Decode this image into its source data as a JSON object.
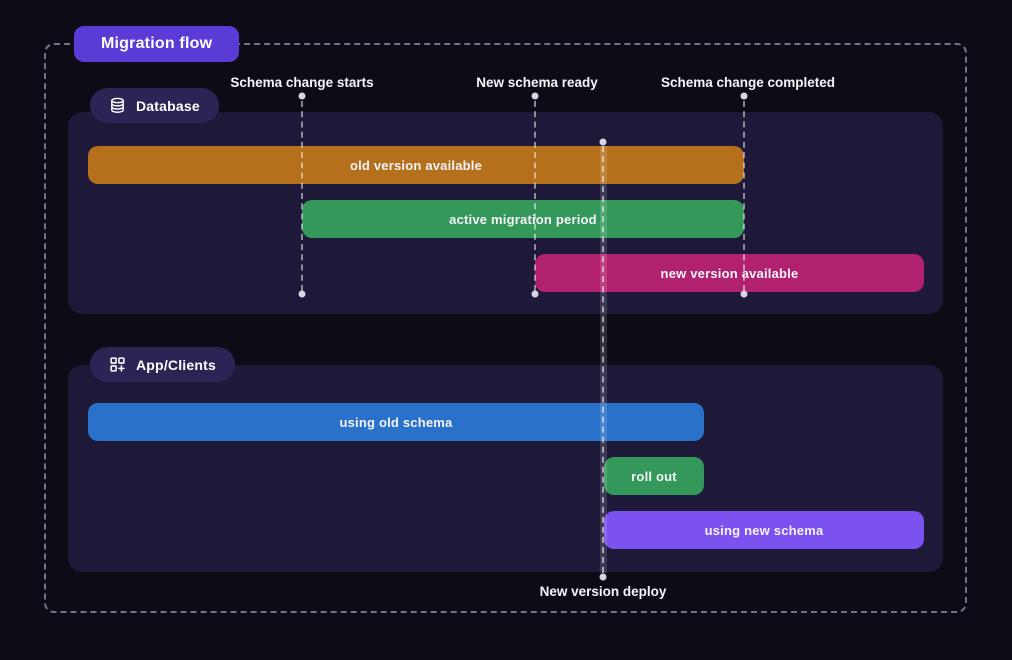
{
  "title": "Migration flow",
  "milestones": [
    {
      "label": "Schema change starts"
    },
    {
      "label": "New schema ready"
    },
    {
      "label": "Schema change completed"
    }
  ],
  "deploy_marker": {
    "label": "New version deploy"
  },
  "lanes": [
    {
      "label": "Database",
      "icon": "database-icon",
      "bars": [
        {
          "label": "old version available",
          "color": "#b5701c"
        },
        {
          "label": "active migration period",
          "color": "#34985a"
        },
        {
          "label": "new version available",
          "color": "#b2216e"
        }
      ]
    },
    {
      "label": "App/Clients",
      "icon": "apps-plus-icon",
      "bars": [
        {
          "label": "using old schema",
          "color": "#2a72c9"
        },
        {
          "label": "roll out",
          "color": "#34985a"
        },
        {
          "label": "using new schema",
          "color": "#7b51f0"
        }
      ]
    }
  ],
  "colors": {
    "background": "#0d0b16",
    "panel": "#1e1939",
    "title_badge": "#5b3bd5",
    "lane_pill": "#2b2454",
    "frame_dash": "#adadbe",
    "milestone_dot": "#d6d5e4",
    "bar_text": "#f4f3fa"
  }
}
